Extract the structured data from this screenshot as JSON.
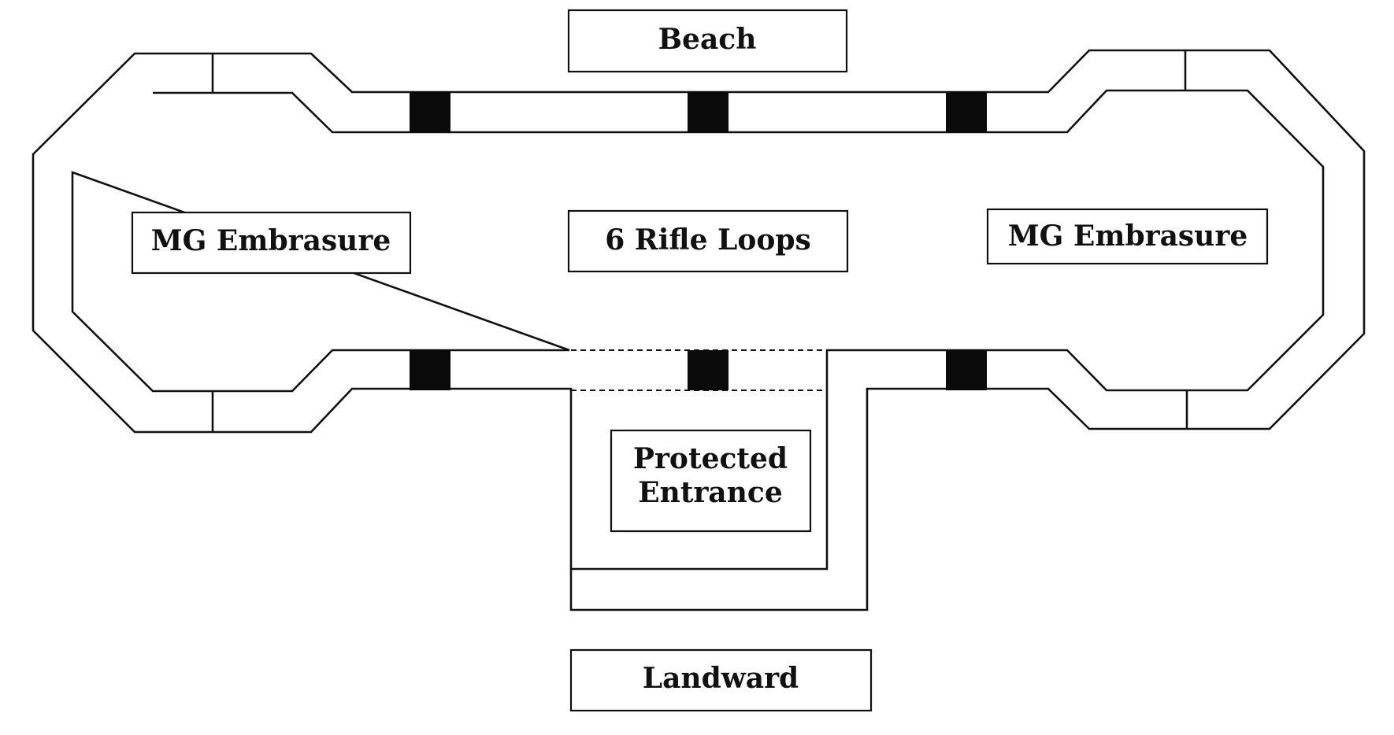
{
  "diagram": {
    "labels": {
      "beach": "Beach",
      "mg_left": "MG Embrasure",
      "rifle_loops": "6 Rifle Loops",
      "mg_right": "MG Embrasure",
      "entrance_line1": "Protected",
      "entrance_line2": "Entrance",
      "landward": "Landward"
    },
    "colors": {
      "line": "#111111",
      "loop_fill": "#0a0a0a",
      "background": "#ffffff"
    }
  }
}
